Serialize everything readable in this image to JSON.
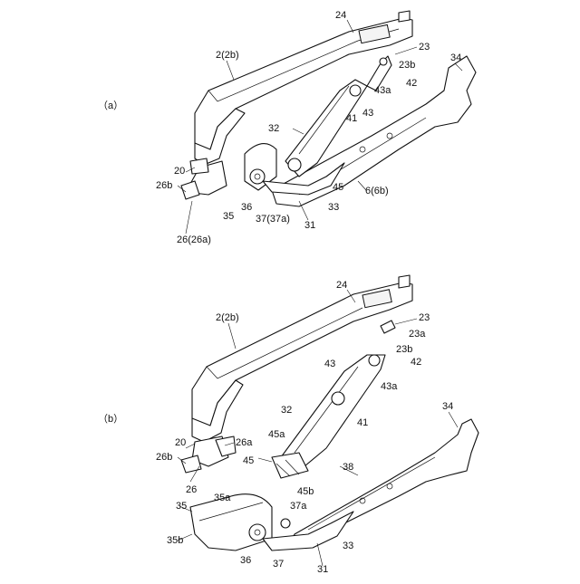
{
  "panels": [
    {
      "id": "a",
      "label": "（a）",
      "callouts": [
        "2(2b)",
        "24",
        "23",
        "23b",
        "34",
        "42",
        "43a",
        "43",
        "41",
        "32",
        "20",
        "26b",
        "35",
        "36",
        "37(37a)",
        "31",
        "33",
        "45",
        "6(6b)",
        "26(26a)"
      ]
    },
    {
      "id": "b",
      "label": "（b）",
      "callouts": [
        "2(2b)",
        "24",
        "23",
        "23a",
        "23b",
        "42",
        "43",
        "43a",
        "41",
        "32",
        "34",
        "20",
        "26a",
        "26b",
        "26",
        "45a",
        "45",
        "45b",
        "38",
        "35",
        "35a",
        "35b",
        "36",
        "37",
        "37a",
        "31",
        "33"
      ]
    }
  ]
}
